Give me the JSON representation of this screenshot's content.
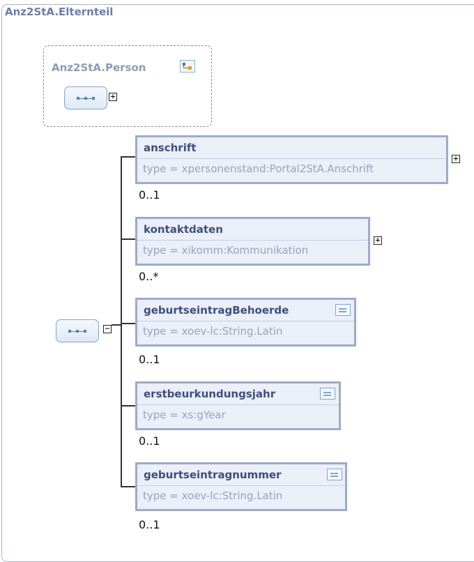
{
  "outer_title": "Anz2StA.Elternteil",
  "base_title": "Anz2StA.Person",
  "expand_symbol": "+",
  "collapse_symbol": "−",
  "icons": {
    "type": "complex-type-icon",
    "sequence": "sequence-icon",
    "simple": "simple-type-icon"
  },
  "elements": [
    {
      "name": "anschrift",
      "type": "type = xpersonenstand:Portal2StA.Anschrift",
      "occurrence": "0..1"
    },
    {
      "name": "kontaktdaten",
      "type": "type = xikomm:Kommunikation",
      "occurrence": "0..*"
    },
    {
      "name": "geburtseintragBehoerde",
      "type": "type = xoev-lc:String.Latin",
      "occurrence": "0..1"
    },
    {
      "name": "erstbeurkundungsjahr",
      "type": "type = xs:gYear",
      "occurrence": "0..1"
    },
    {
      "name": "geburtseintragnummer",
      "type": "type = xoev-lc:String.Latin",
      "occurrence": "0..1"
    }
  ]
}
